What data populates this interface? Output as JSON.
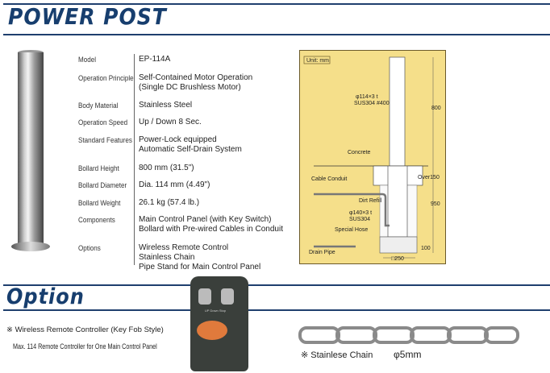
{
  "header": {
    "title": "POWER POST"
  },
  "specs": [
    {
      "label": "Model",
      "value": [
        "EP-114A"
      ]
    },
    {
      "label": "Operation Principle",
      "value": [
        "Self-Contained Motor Operation",
        "(Single DC Brushless Motor)"
      ]
    },
    {
      "label": "Body Material",
      "value": [
        "Stainless Steel"
      ]
    },
    {
      "label": "Operation Speed",
      "value": [
        "Up / Down  8 Sec."
      ]
    },
    {
      "label": "Standard Features",
      "value": [
        "Power-Lock equipped",
        "Automatic Self-Drain System"
      ]
    },
    {
      "label": "Bollard Height",
      "value": [
        "800 mm (31.5\")"
      ]
    },
    {
      "label": "Bollard Diameter",
      "value": [
        "Dia. 114 mm (4.49\")"
      ]
    },
    {
      "label": "Bollard Weight",
      "value": [
        "26.1 kg (57.4 lb.)"
      ]
    },
    {
      "label": "Components",
      "value": [
        "Main Control Panel (with Key Switch)",
        "Bollard with Pre-wired Cables in Conduit"
      ]
    },
    {
      "label": "Options",
      "value": [
        "Wireless Remote Control",
        "Stainless Chain",
        "Pipe Stand for Main Control Panel"
      ]
    }
  ],
  "diagram": {
    "unit": "Unit: mm",
    "post_spec": "φ114×3 t",
    "post_material": "SUS304 #400",
    "dim_800": "800",
    "concrete": "Concrete",
    "over150": "Over150",
    "cable_conduit": "Cable Conduit",
    "dirt_refill": "Dirt Refill",
    "sleeve_spec": "φ140×3 t",
    "sleeve_material": "SUS304",
    "dim_950": "950",
    "special_hose": "Special Hose",
    "drain_pipe": "Drain Pipe",
    "dim_100": "100",
    "dim_250": "□250",
    "colors": {
      "background": "#f5df8a",
      "border": "#6b5a2a"
    }
  },
  "option": {
    "title": "Option",
    "remote_title": "※  Wireless Remote Controller  (Key Fob Style)",
    "remote_desc": "Max. 114 Remote Controller for One Main Control Panel",
    "chain_caption": "※  Stainlese Chain",
    "chain_size": "φ5mm",
    "remote_label": "UP Down Stop"
  },
  "colors": {
    "brand": "#173e6e",
    "remote_button": "#e07a3c"
  }
}
